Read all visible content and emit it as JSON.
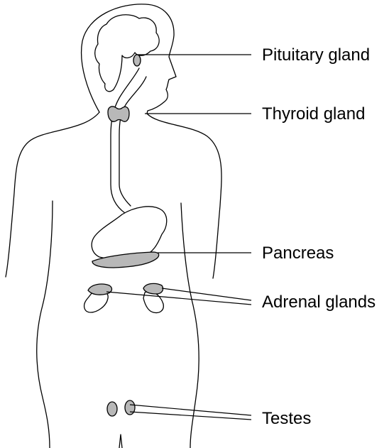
{
  "labels": {
    "pituitary": "Pituitary gland",
    "thyroid": "Thyroid gland",
    "pancreas": "Pancreas",
    "adrenal": "Adrenal glands",
    "testes": "Testes"
  },
  "colors": {
    "gland_fill": "#b8b8b8",
    "outline": "#000000",
    "background": "#ffffff"
  }
}
